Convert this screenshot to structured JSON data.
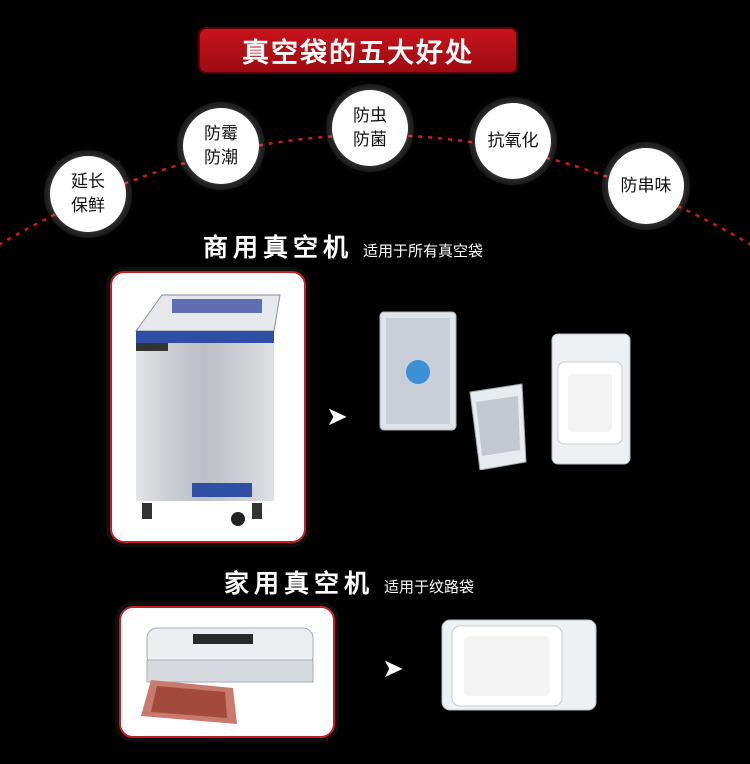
{
  "title": "真空袋的五大好处",
  "benefits": [
    {
      "label": "延长\n保鲜"
    },
    {
      "label": "防霉\n防潮"
    },
    {
      "label": "防虫\n防菌"
    },
    {
      "label": "抗氧化"
    },
    {
      "label": "防串味"
    }
  ],
  "commercial": {
    "title": "商用真空机",
    "subtitle": "适用于所有真空袋"
  },
  "home": {
    "title": "家用真空机",
    "subtitle": "适用于纹路袋"
  },
  "arrow_glyph": "➤",
  "colors": {
    "accent": "#c8141c",
    "background": "#000000"
  }
}
